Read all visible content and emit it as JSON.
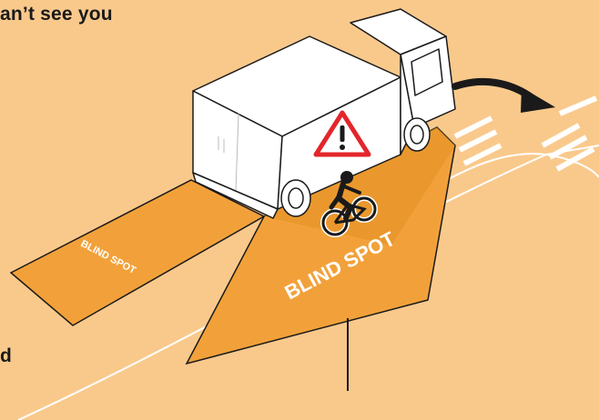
{
  "headline": "an’t see you",
  "left_fragment": "d",
  "labels": {
    "blind_spot_rear": "BLIND SPOT",
    "blind_spot_side": "BLIND SPOT"
  },
  "colors": {
    "background": "#f9c98c",
    "blind_spot": "#f2a13a",
    "blind_spot_dark": "#e59225",
    "warning_red": "#e3262b",
    "truck_body": "#ffffff",
    "outline": "#1a1a1a"
  },
  "icons": [
    "warning-triangle-icon",
    "cyclist-icon",
    "turn-arrow-icon"
  ]
}
